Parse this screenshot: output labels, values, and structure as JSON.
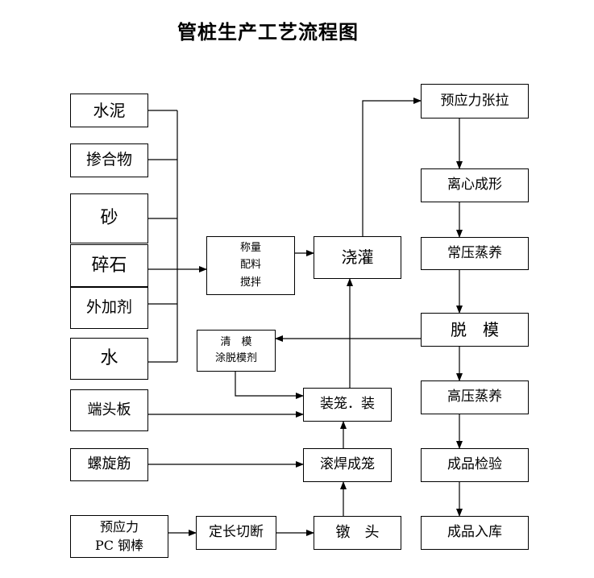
{
  "title": "管桩生产工艺流程图",
  "nodes": {
    "cement": "水泥",
    "admixture": "掺合物",
    "sand": "砂",
    "gravel": "碎石",
    "additive": "外加剂",
    "water": "水",
    "weigh_line1": "称量",
    "weigh_line2": "配料",
    "weigh_line3": "搅拌",
    "pour": "浇灌",
    "clean_line1": "清　模",
    "clean_line2": "涂脱模剂",
    "end_plate": "端头板",
    "cage_assembly": "装笼．装",
    "spiral": "螺旋筋",
    "weld_cage": "滚焊成笼",
    "pc_line1": "预应力",
    "pc_line2": "PC 钢棒",
    "cut": "定长切断",
    "upset": "镦　头",
    "tension": "预应力张拉",
    "centrifuge": "离心成形",
    "steam_normal": "常压蒸养",
    "demold": "脱　模",
    "steam_high": "高压蒸养",
    "inspect": "成品检验",
    "storage": "成品入库"
  }
}
